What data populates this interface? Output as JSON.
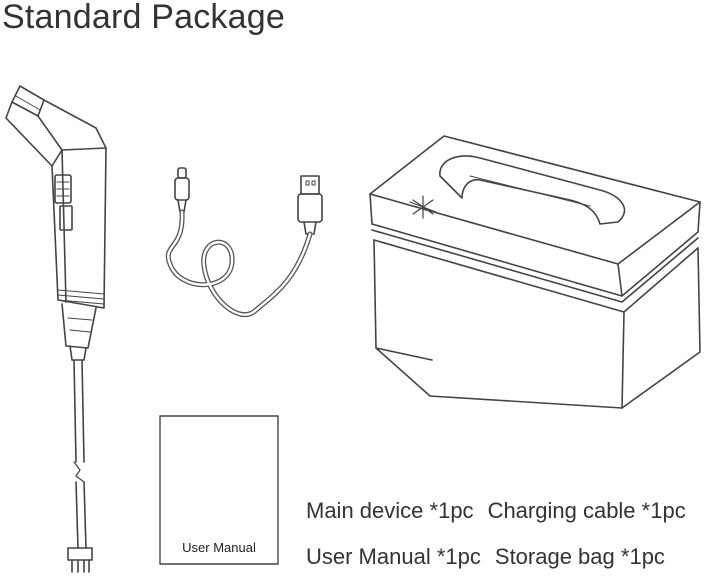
{
  "page": {
    "title": "Standard Package"
  },
  "manual_cover": {
    "label": "User Manual"
  },
  "contents": [
    {
      "name": "Main device",
      "qty": "*1pc"
    },
    {
      "name": "Charging cable",
      "qty": "*1pc"
    },
    {
      "name": "User Manual",
      "qty": "*1pc"
    },
    {
      "name": "Storage bag",
      "qty": "*1pc"
    }
  ],
  "colors": {
    "text": "#333333",
    "line": "#444444",
    "background": "#ffffff"
  }
}
